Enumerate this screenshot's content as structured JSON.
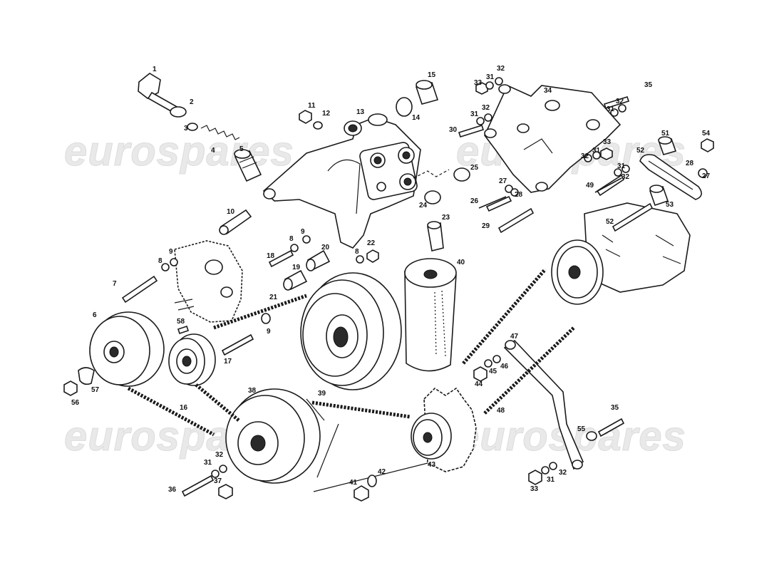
{
  "watermark": {
    "text": "eurospares"
  },
  "callouts": {
    "c1": "1",
    "c2": "2",
    "c3": "3",
    "c4": "4",
    "c5": "5",
    "c6": "6",
    "c7": "7",
    "c8a": "8",
    "c8b": "8",
    "c8c": "8",
    "c9a": "9",
    "c9b": "9",
    "c9c": "9",
    "c10": "10",
    "c11": "11",
    "c12": "12",
    "c13": "13",
    "c14": "14",
    "c15": "15",
    "c16": "16",
    "c17": "17",
    "c18": "18",
    "c19": "19",
    "c20": "20",
    "c21": "21",
    "c22": "22",
    "c23": "23",
    "c24": "24",
    "c25": "25",
    "c26": "26",
    "c27a": "27",
    "c27b": "27",
    "c28a": "28",
    "c28b": "28",
    "c29": "29",
    "c30": "30",
    "c31a": "31",
    "c31b": "31",
    "c31c": "31",
    "c31d": "31",
    "c31e": "31",
    "c31f": "31",
    "c31g": "31",
    "c32a": "32",
    "c32b": "32",
    "c32c": "32",
    "c32d": "32",
    "c32e": "32",
    "c32f": "32",
    "c32g": "32",
    "c33a": "33",
    "c33b": "33",
    "c33c": "33",
    "c34": "34",
    "c35a": "35",
    "c35b": "35",
    "c36": "36",
    "c37": "37",
    "c38": "38",
    "c39": "39",
    "c40": "40",
    "c41": "41",
    "c42": "42",
    "c43": "43",
    "c44": "44",
    "c45": "45",
    "c46": "46",
    "c47": "47",
    "c48": "48",
    "c49": "49",
    "c51": "51",
    "c52a": "52",
    "c52b": "52",
    "c53": "53",
    "c54": "54",
    "c55": "55",
    "c56": "56",
    "c57": "57",
    "c58": "58"
  }
}
